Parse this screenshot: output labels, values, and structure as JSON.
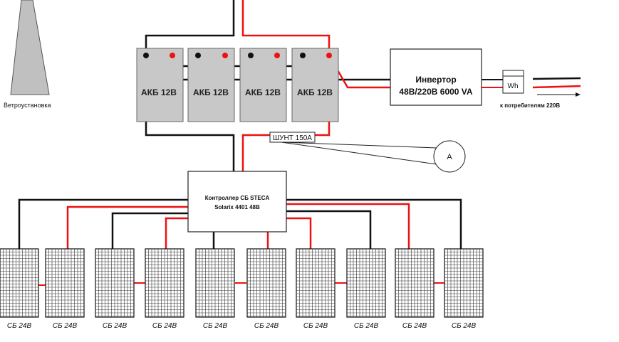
{
  "colors": {
    "positive": "#ee1111",
    "negative": "#111111",
    "battery_fill": "#c8c8c8",
    "tower_fill": "#c0c0c0"
  },
  "wind_turbine": {
    "label": "Ветроустановка",
    "icon": "wind-tower-icon"
  },
  "batteries": [
    {
      "label": "АКБ 12В"
    },
    {
      "label": "АКБ 12В"
    },
    {
      "label": "АКБ 12В"
    },
    {
      "label": "АКБ 12В"
    }
  ],
  "inverter": {
    "line1": "Инвертор",
    "line2": "48В/220В  6000 VA"
  },
  "meter": {
    "label": "Wh"
  },
  "consumers": {
    "label": "к потребителям 220В"
  },
  "shunt": {
    "label": "ШУНТ 150А"
  },
  "ammeter": {
    "label": "A"
  },
  "controller": {
    "line1": "Контроллер СБ STECA",
    "line2": "Solarix 4401 48В"
  },
  "panels": [
    {
      "label": "СБ 24В"
    },
    {
      "label": "СБ 24В"
    },
    {
      "label": "СБ 24В"
    },
    {
      "label": "СБ 24В"
    },
    {
      "label": "СБ 24В"
    },
    {
      "label": "СБ 24В"
    },
    {
      "label": "СБ 24В"
    },
    {
      "label": "СБ 24В"
    },
    {
      "label": "СБ 24В"
    },
    {
      "label": "СБ 24В"
    }
  ]
}
